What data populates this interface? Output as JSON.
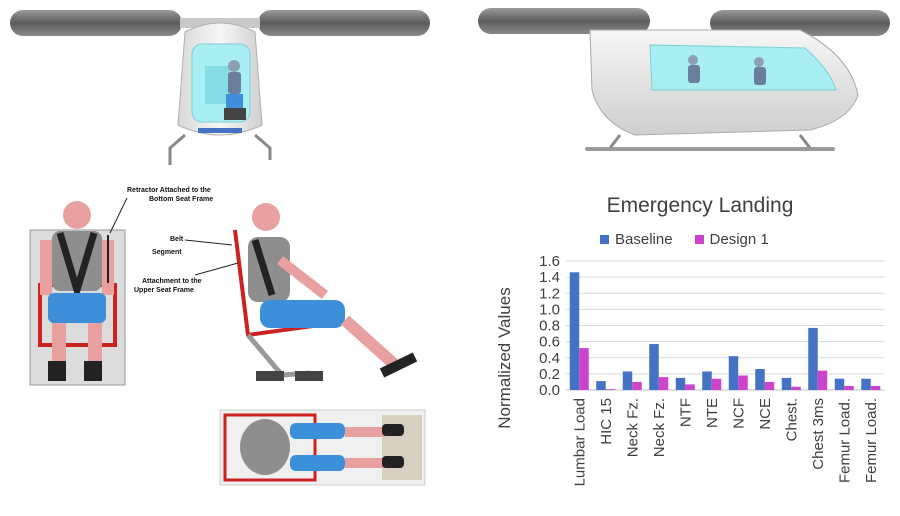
{
  "figure_labels": {
    "retractor": [
      "Retractor Attached to the",
      "Bottom Seat Frame"
    ],
    "belt": "Belt",
    "segment": "Segment",
    "attachment": [
      "Attachment to the",
      "Upper Seat Frame"
    ]
  },
  "colors": {
    "baseline": "#4472c4",
    "design1": "#cc44cc",
    "cabin_glass": "#a8eef2",
    "dummy_skin": "#e8a0a0",
    "dummy_blue": "#3c8fd8",
    "seat_red": "#cc2222"
  },
  "chart_data": {
    "type": "bar",
    "title": "Emergency Landing",
    "ylabel": "Normalized Values",
    "xlabel": "",
    "ylim": [
      0,
      1.6
    ],
    "yticks": [
      "1.6",
      "1.4",
      "1.2",
      "1.0",
      "0.8",
      "0.6",
      "0.4",
      "0.2",
      "0.0"
    ],
    "grid": true,
    "legend_position": "top",
    "categories": [
      "Lumbar Load",
      "HIC 15",
      "Neck Fz.",
      "Neck Fz.",
      "NTF",
      "NTE",
      "NCF",
      "NCE",
      "Chest.",
      "Chest 3ms",
      "Femur Load.",
      "Femur Load."
    ],
    "series": [
      {
        "name": "Baseline",
        "color": "#4472c4",
        "values": [
          1.46,
          0.11,
          0.23,
          0.57,
          0.15,
          0.23,
          0.42,
          0.26,
          0.15,
          0.77,
          0.14,
          0.14
        ]
      },
      {
        "name": "Design 1",
        "color": "#cc44cc",
        "values": [
          0.52,
          0.01,
          0.1,
          0.16,
          0.07,
          0.14,
          0.18,
          0.1,
          0.04,
          0.24,
          0.05,
          0.05
        ]
      }
    ]
  }
}
